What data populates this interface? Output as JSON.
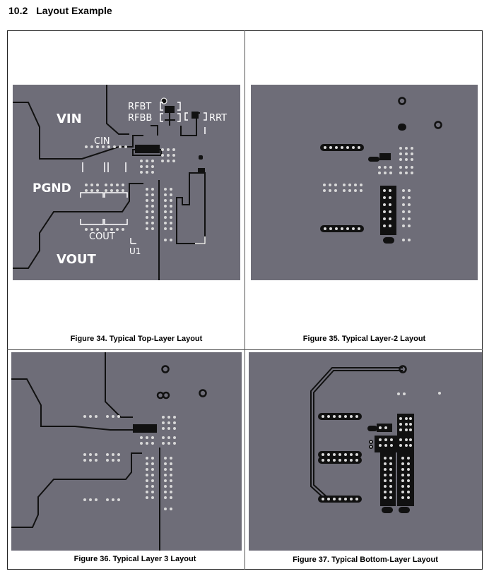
{
  "section": {
    "number": "10.2",
    "title": "Layout Example"
  },
  "figures": [
    {
      "caption": "Figure 34. Typical Top-Layer Layout",
      "labels": {
        "vin": "VIN",
        "pgnd": "PGND",
        "vout": "VOUT",
        "cin": "CIN",
        "cout": "COUT",
        "u1": "U1",
        "rfbt": "RFBT",
        "rfbb": "RFBB",
        "rrt": "RRT"
      }
    },
    {
      "caption": "Figure 35. Typical Layer-2 Layout"
    },
    {
      "caption": "Figure 36. Typical Layer 3 Layout"
    },
    {
      "caption": "Figure 37. Typical Bottom-Layer Layout"
    }
  ],
  "colors": {
    "board": "#6e6d78",
    "trace": "#111111",
    "via": "#d9d9d9",
    "silkscreen": "#ffffff"
  }
}
